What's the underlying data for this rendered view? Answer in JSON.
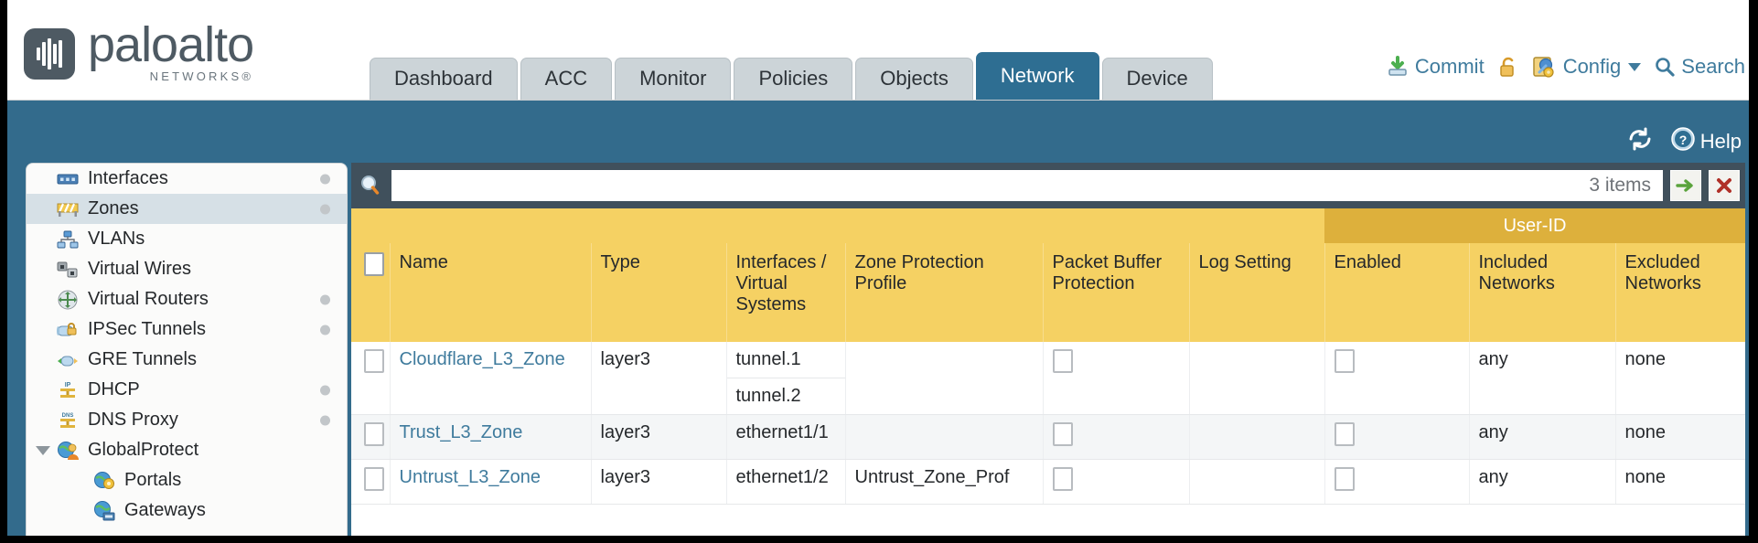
{
  "brand": {
    "name": "paloalto",
    "tagline": "NETWORKS",
    "registered": "®"
  },
  "tabs": [
    {
      "label": "Dashboard",
      "active": false
    },
    {
      "label": "ACC",
      "active": false
    },
    {
      "label": "Monitor",
      "active": false
    },
    {
      "label": "Policies",
      "active": false
    },
    {
      "label": "Objects",
      "active": false
    },
    {
      "label": "Network",
      "active": true
    },
    {
      "label": "Device",
      "active": false
    }
  ],
  "top_actions": {
    "commit": "Commit",
    "lock": "",
    "config": "Config",
    "search": "Search"
  },
  "band": {
    "refresh": "",
    "help": "Help"
  },
  "sidebar": {
    "items": [
      {
        "label": "Interfaces",
        "icon": "interfaces-icon",
        "selected": false,
        "dot": true,
        "child": false
      },
      {
        "label": "Zones",
        "icon": "zones-icon",
        "selected": true,
        "dot": true,
        "child": false
      },
      {
        "label": "VLANs",
        "icon": "vlans-icon",
        "selected": false,
        "dot": false,
        "child": false
      },
      {
        "label": "Virtual Wires",
        "icon": "virtual-wires-icon",
        "selected": false,
        "dot": false,
        "child": false
      },
      {
        "label": "Virtual Routers",
        "icon": "virtual-routers-icon",
        "selected": false,
        "dot": true,
        "child": false
      },
      {
        "label": "IPSec Tunnels",
        "icon": "ipsec-tunnels-icon",
        "selected": false,
        "dot": true,
        "child": false
      },
      {
        "label": "GRE Tunnels",
        "icon": "gre-tunnels-icon",
        "selected": false,
        "dot": false,
        "child": false
      },
      {
        "label": "DHCP",
        "icon": "dhcp-icon",
        "selected": false,
        "dot": true,
        "child": false
      },
      {
        "label": "DNS Proxy",
        "icon": "dns-proxy-icon",
        "selected": false,
        "dot": true,
        "child": false
      },
      {
        "label": "GlobalProtect",
        "icon": "globalprotect-icon",
        "selected": false,
        "dot": false,
        "child": false,
        "expandable": true,
        "expanded": true
      },
      {
        "label": "Portals",
        "icon": "portals-icon",
        "selected": false,
        "dot": false,
        "child": true
      },
      {
        "label": "Gateways",
        "icon": "gateways-icon",
        "selected": false,
        "dot": false,
        "child": true
      }
    ]
  },
  "filter": {
    "value": "",
    "placeholder": "",
    "item_count": "3 items",
    "apply_label": "",
    "clear_label": ""
  },
  "table": {
    "group_header": "User-ID",
    "columns": [
      "Name",
      "Type",
      "Interfaces / Virtual Systems",
      "Zone Protection Profile",
      "Packet Buffer Protection",
      "Log Setting",
      "Enabled",
      "Included Networks",
      "Excluded Networks"
    ],
    "rows": [
      {
        "selected": false,
        "name": "Cloudflare_L3_Zone",
        "type": "layer3",
        "interfaces": [
          "tunnel.1",
          "tunnel.2"
        ],
        "zone_protection_profile": "",
        "packet_buffer_protection": false,
        "log_setting": "",
        "userid_enabled": false,
        "included_networks": "any",
        "excluded_networks": "none"
      },
      {
        "selected": false,
        "name": "Trust_L3_Zone",
        "type": "layer3",
        "interfaces": [
          "ethernet1/1"
        ],
        "zone_protection_profile": "",
        "packet_buffer_protection": false,
        "log_setting": "",
        "userid_enabled": false,
        "included_networks": "any",
        "excluded_networks": "none"
      },
      {
        "selected": false,
        "name": "Untrust_L3_Zone",
        "type": "layer3",
        "interfaces": [
          "ethernet1/2"
        ],
        "zone_protection_profile": "Untrust_Zone_Prof",
        "packet_buffer_protection": false,
        "log_setting": "",
        "userid_enabled": false,
        "included_networks": "any",
        "excluded_networks": "none"
      }
    ]
  },
  "colors": {
    "brand_blue": "#336b8c",
    "active_tab": "#2e6e92",
    "tab_inactive": "#ccd4d8",
    "table_header_gold": "#f5d163",
    "group_header_gold": "#ddb03c",
    "link_blue": "#3f7b9d",
    "filter_bar": "#40505c"
  }
}
